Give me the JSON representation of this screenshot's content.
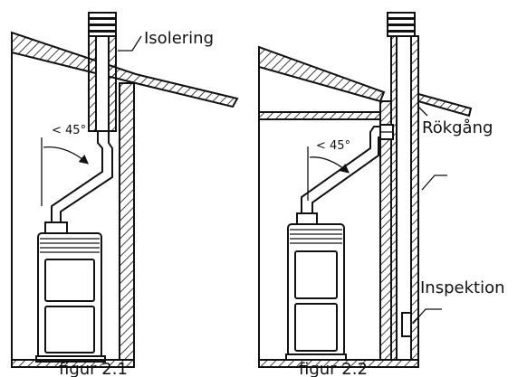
{
  "figures": [
    {
      "caption": "figur 2.1",
      "angle_label": "< 45°",
      "labels": {
        "insulation": "Isolering"
      }
    },
    {
      "caption": "figur 2.2",
      "angle_label": "< 45°",
      "labels": {
        "flue": "Rökgång",
        "inspection": "Inspektion"
      }
    }
  ],
  "colors": {
    "line": "#111111",
    "background": "#ffffff"
  }
}
